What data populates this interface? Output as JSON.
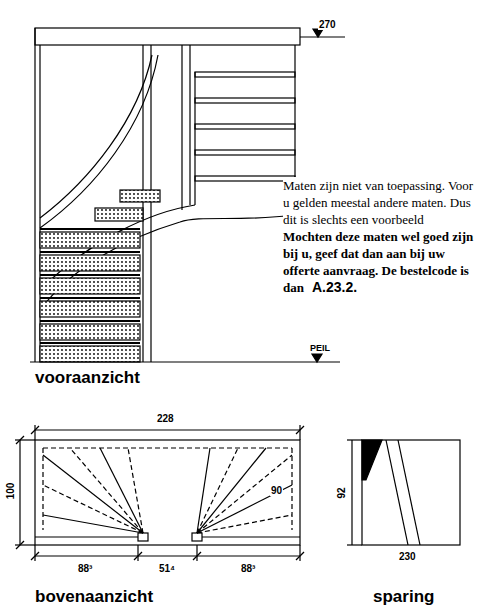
{
  "diagram": {
    "labels": [
      "270",
      "PEIL",
      "Maten zijn niet van toepassing. Voor u gelden meestal andere maten. Dus dit is slechts een voorbeeld",
      "Mochten deze maten wel goed zijn bij u, geef dat dan aan bij uw offerte aanvraag. De bestelcode is dan",
      "A.23.2.",
      "vooraanzicht",
      "228",
      "100",
      "90",
      "88³",
      "51⁴",
      "88³",
      "bovenaanzicht",
      "92",
      "230",
      "sparing"
    ]
  }
}
